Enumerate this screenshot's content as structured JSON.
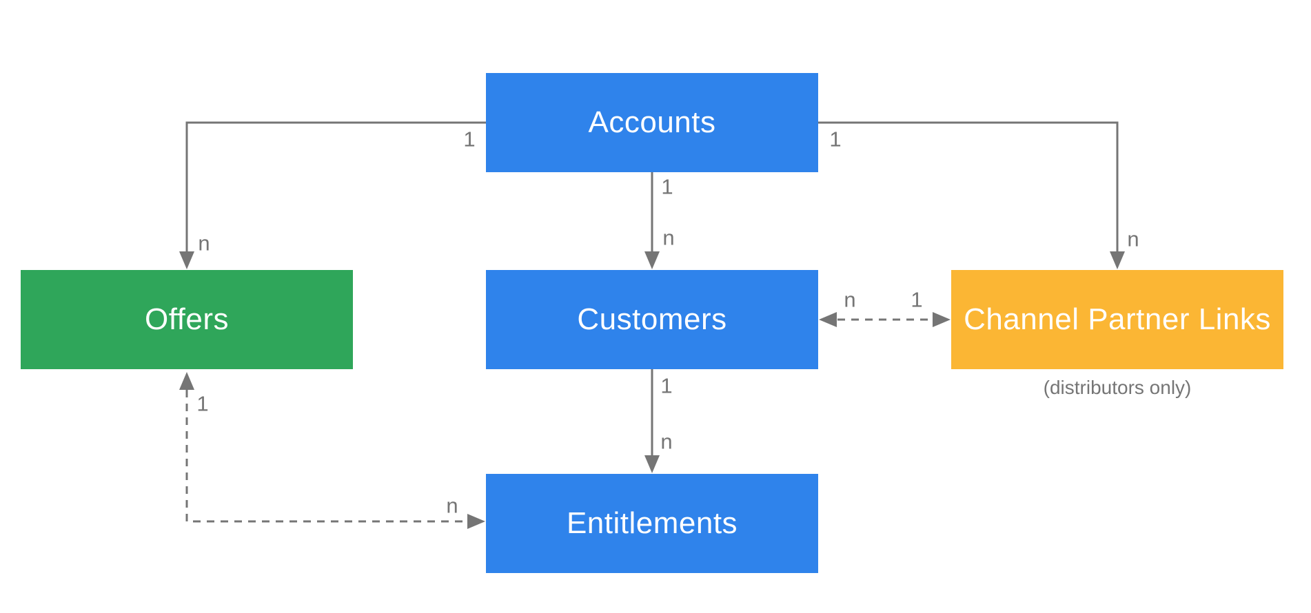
{
  "diagram": {
    "type": "entity-relationship",
    "background": "#FFFFFF",
    "line_color": "#757575",
    "label_color": "#757575",
    "nodes": [
      {
        "id": "accounts",
        "label": "Accounts",
        "color": "#2F83EB",
        "text_color": "#FFFFFF"
      },
      {
        "id": "offers",
        "label": "Offers",
        "color": "#2FA65A",
        "text_color": "#FFFFFF"
      },
      {
        "id": "customers",
        "label": "Customers",
        "color": "#2F83EB",
        "text_color": "#FFFFFF"
      },
      {
        "id": "channel-partner-links",
        "label": "Channel Partner Links",
        "color": "#FBB634",
        "text_color": "#FFFFFF"
      },
      {
        "id": "entitlements",
        "label": "Entitlements",
        "color": "#2F83EB",
        "text_color": "#FFFFFF"
      }
    ],
    "edges": [
      {
        "id": "accounts-offers",
        "from": "accounts",
        "to": "offers",
        "style": "solid",
        "arrows": "to",
        "source_label": "1",
        "target_label": "n"
      },
      {
        "id": "accounts-customers",
        "from": "accounts",
        "to": "customers",
        "style": "solid",
        "arrows": "to",
        "source_label": "1",
        "target_label": "n"
      },
      {
        "id": "accounts-channel-partner-links",
        "from": "accounts",
        "to": "channel-partner-links",
        "style": "solid",
        "arrows": "to",
        "source_label": "1",
        "target_label": "n"
      },
      {
        "id": "customers-entitlements",
        "from": "customers",
        "to": "entitlements",
        "style": "solid",
        "arrows": "to",
        "source_label": "1",
        "target_label": "n"
      },
      {
        "id": "customers-channel-partner-links",
        "from": "customers",
        "to": "channel-partner-links",
        "style": "dashed",
        "arrows": "both",
        "source_label": "n",
        "target_label": "1"
      },
      {
        "id": "offers-entitlements",
        "from": "offers",
        "to": "entitlements",
        "style": "dashed",
        "arrows": "both",
        "source_label": "1",
        "target_label": "n"
      }
    ],
    "annotations": [
      {
        "id": "cpl-note",
        "text": "(distributors only)"
      }
    ]
  }
}
